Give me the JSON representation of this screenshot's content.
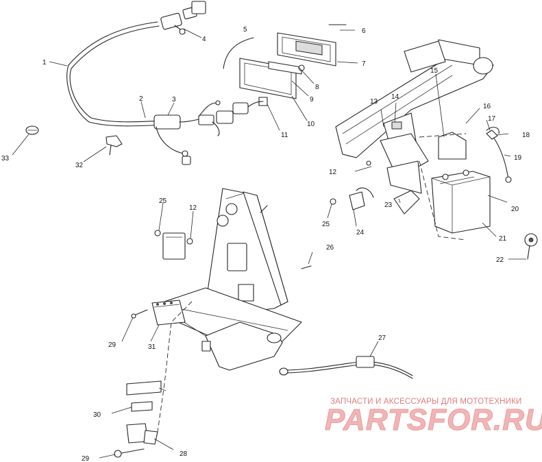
{
  "callouts": [
    {
      "id": "c1",
      "label": "1"
    },
    {
      "id": "c2",
      "label": "2"
    },
    {
      "id": "c3",
      "label": "3"
    },
    {
      "id": "c4",
      "label": "4"
    },
    {
      "id": "c5",
      "label": "5"
    },
    {
      "id": "c6",
      "label": "6"
    },
    {
      "id": "c7",
      "label": "7"
    },
    {
      "id": "c8",
      "label": "8"
    },
    {
      "id": "c9",
      "label": "9"
    },
    {
      "id": "c10",
      "label": "10"
    },
    {
      "id": "c11",
      "label": "11"
    },
    {
      "id": "c12a",
      "label": "12"
    },
    {
      "id": "c12b",
      "label": "12"
    },
    {
      "id": "c13",
      "label": "13"
    },
    {
      "id": "c14",
      "label": "14"
    },
    {
      "id": "c15",
      "label": "15"
    },
    {
      "id": "c16",
      "label": "16"
    },
    {
      "id": "c17",
      "label": "17"
    },
    {
      "id": "c18",
      "label": "18"
    },
    {
      "id": "c19",
      "label": "19"
    },
    {
      "id": "c20",
      "label": "20"
    },
    {
      "id": "c21",
      "label": "21"
    },
    {
      "id": "c22",
      "label": "22"
    },
    {
      "id": "c23",
      "label": "23"
    },
    {
      "id": "c24",
      "label": "24"
    },
    {
      "id": "c25a",
      "label": "25"
    },
    {
      "id": "c25b",
      "label": "25"
    },
    {
      "id": "c26",
      "label": "26"
    },
    {
      "id": "c27",
      "label": "27"
    },
    {
      "id": "c28",
      "label": "28"
    },
    {
      "id": "c29a",
      "label": "29"
    },
    {
      "id": "c29b",
      "label": "29"
    },
    {
      "id": "c30",
      "label": "30"
    },
    {
      "id": "c31",
      "label": "31"
    },
    {
      "id": "c32",
      "label": "32"
    },
    {
      "id": "c33",
      "label": "33"
    }
  ],
  "watermark": {
    "tagline": "ЗАПЧАСТИ И АКСЕССУАРЫ ДЛЯ МОТОТЕХНИКИ",
    "brand": "PARTSFOR.RU"
  }
}
